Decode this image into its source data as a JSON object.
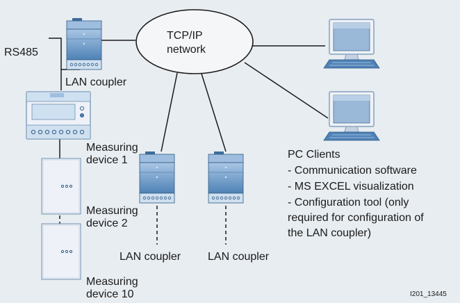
{
  "labels": {
    "rs485": "RS485",
    "tcpip_line1": "TCP/IP",
    "tcpip_line2": "network",
    "lan_coupler_top": "LAN coupler",
    "measuring_device_1_line1": "Measuring",
    "measuring_device_1_line2": "device 1",
    "measuring_device_2_line1": "Measuring",
    "measuring_device_2_line2": "device 2",
    "measuring_device_10_line1": "Measuring",
    "measuring_device_10_line2": "device 10",
    "lan_coupler_mid": "LAN coupler",
    "lan_coupler_right": "LAN coupler",
    "pc_clients_title": "PC Clients",
    "pc_clients_items": [
      "- Communication software",
      "- MS EXCEL visualization",
      "- Configuration tool (only",
      "required for configuration of",
      "the LAN coupler)"
    ],
    "figure_id": "I201_13445"
  },
  "colors": {
    "background": "#e8edf1",
    "device_blue": "#5d8fbf",
    "device_light": "#cfe0f0",
    "device_pale": "#eef2f8",
    "line": "#1a1a1a",
    "screen_blue": "#9ab8d8"
  },
  "icons": [
    "lan-coupler-icon",
    "measuring-device-icon",
    "pc-icon",
    "network-ellipse"
  ]
}
